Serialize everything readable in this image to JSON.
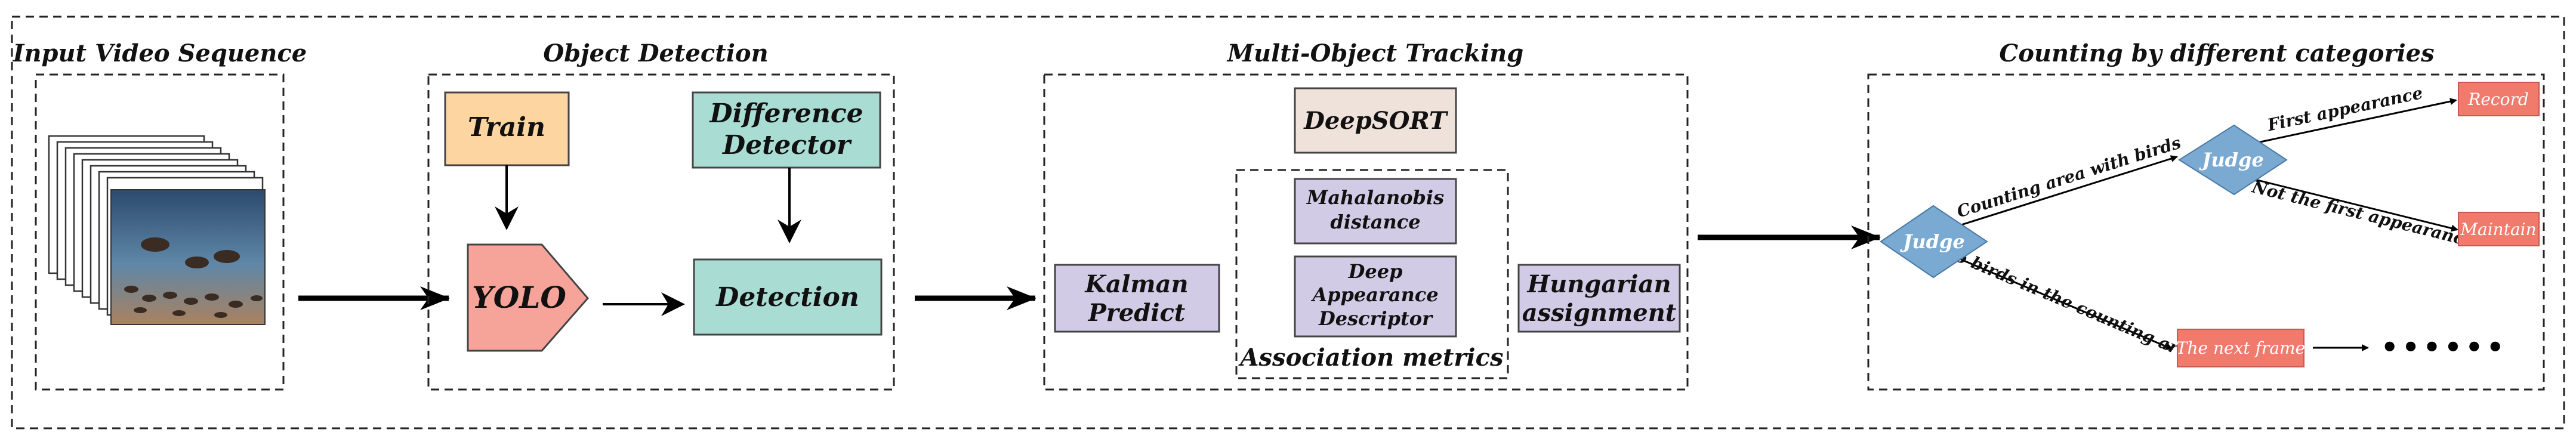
{
  "sections": {
    "input": "Input Video Sequence",
    "detection": "Object Detection",
    "tracking": "Multi-Object Tracking",
    "counting": "Counting by different categories"
  },
  "detection": {
    "train": "Train",
    "difference_line1": "Difference",
    "difference_line2": "Detector",
    "yolo": "YOLO",
    "detection": "Detection"
  },
  "tracking": {
    "deepsort": "DeepSORT",
    "kalman_line1": "Kalman",
    "kalman_line2": "Predict",
    "mahalanobis_line1": "Mahalanobis",
    "mahalanobis_line2": "distance",
    "deep_line1": "Deep",
    "deep_line2": "Appearance",
    "deep_line3": "Descriptor",
    "association": "Association metrics",
    "hungarian_line1": "Hungarian",
    "hungarian_line2": "assignment"
  },
  "counting": {
    "judge1": "Judge",
    "judge2": "Judge",
    "record": "Record",
    "maintain": "Maintain",
    "next_frame": "The next frame",
    "edge_counting_area": "Counting area with birds",
    "edge_no_birds": "No birds in the counting area",
    "edge_first": "First appearance",
    "edge_not_first": "Not the first appearance",
    "ellipsis": "••••••"
  },
  "colors": {
    "train": "#fcd5a0",
    "yolo": "#f6a49a",
    "teal": "#a9ddd4",
    "deepsort": "#eee2da",
    "lavender": "#d2cbe6",
    "judge": "#7aaad2",
    "red": "#f07a6c"
  },
  "icons": {
    "frames": "video-frame-stack-icon"
  }
}
